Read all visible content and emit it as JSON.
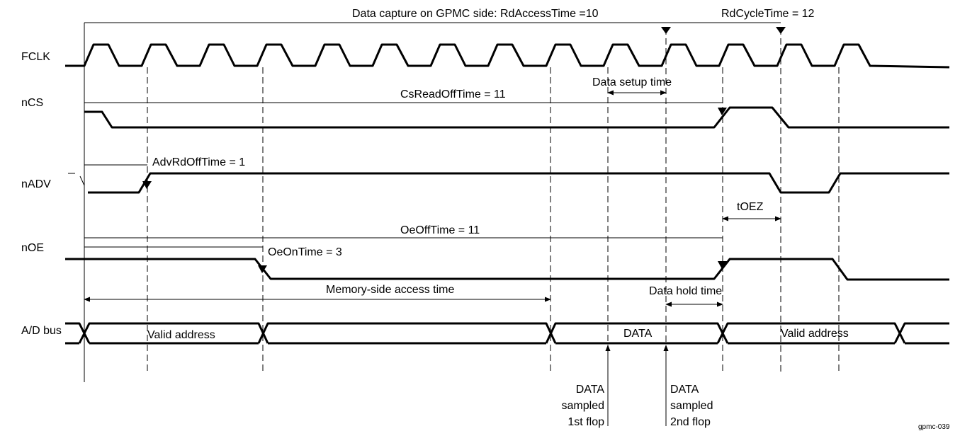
{
  "signals": {
    "fclk": "FCLK",
    "ncs": "nCS",
    "nadv": "nADV",
    "noe": "nOE",
    "adbus": "A/D bus"
  },
  "annotations": {
    "rd_access_time": "Data capture on GPMC side: RdAccessTime =10",
    "rd_cycle_time": "RdCycleTime = 12",
    "data_setup_time": "Data setup time",
    "cs_read_off_time": "CsReadOffTime = 11",
    "adv_rd_off_time": "AdvRdOffTime = 1",
    "toez": "tOEZ",
    "oe_off_time": "OeOffTime = 11",
    "oe_on_time": "OeOnTime = 3",
    "memory_side_access_time": "Memory-side access time",
    "data_hold_time": "Data hold time"
  },
  "bus": {
    "valid_address_1": "Valid address",
    "data": "DATA",
    "valid_address_2": "Valid address"
  },
  "sampling": {
    "first_flop": [
      "DATA",
      "sampled",
      "1st flop"
    ],
    "second_flop": [
      "DATA",
      "sampled",
      "2nd flop"
    ]
  },
  "figure_id": "gpmc-039"
}
